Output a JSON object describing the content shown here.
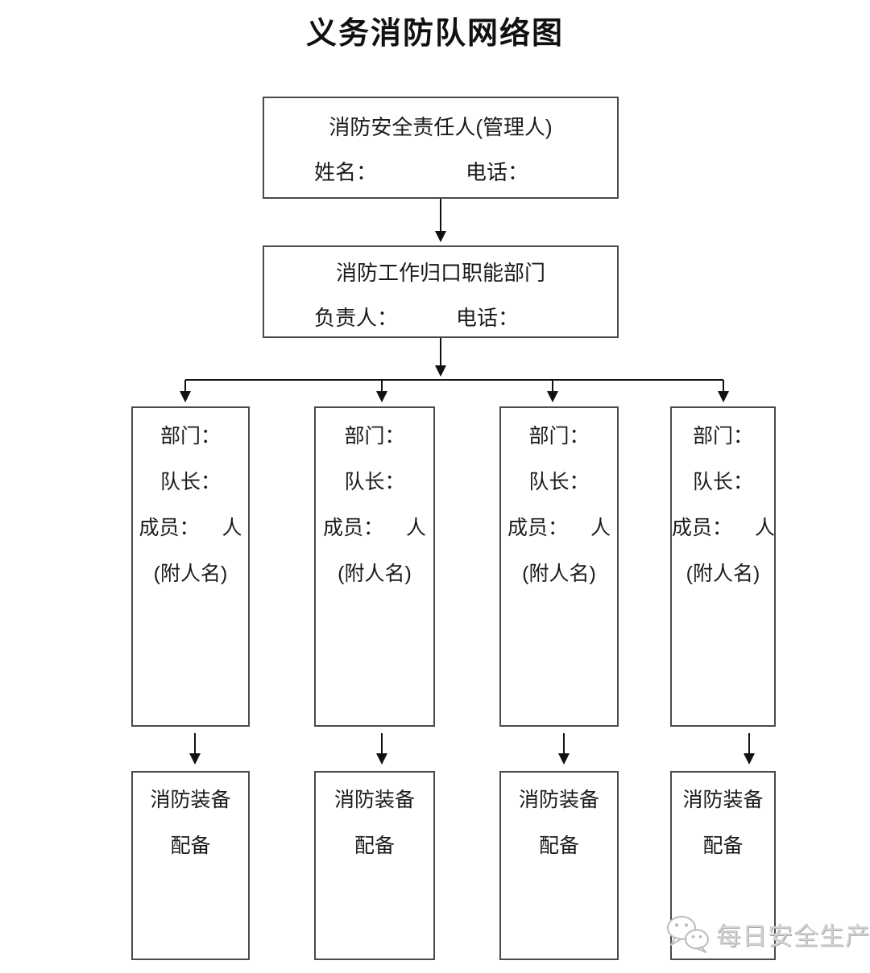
{
  "title": "义务消防队网络图",
  "top_box": {
    "heading": "消防安全责任人(管理人)",
    "name_label": "姓名：",
    "phone_label": "电话："
  },
  "function_box": {
    "heading": "消防工作归口职能部门",
    "leader_label": "负责人：",
    "phone_label": "电话："
  },
  "columns": [
    {
      "department_label": "部门：",
      "captain_label": "队长：",
      "members_label": "成员：",
      "members_unit": "人",
      "note": "(附人名)",
      "equipment_line1": "消防装备",
      "equipment_line2": "配备"
    },
    {
      "department_label": "部门：",
      "captain_label": "队长：",
      "members_label": "成员：",
      "members_unit": "人",
      "note": "(附人名)",
      "equipment_line1": "消防装备",
      "equipment_line2": "配备"
    },
    {
      "department_label": "部门：",
      "captain_label": "队长：",
      "members_label": "成员：",
      "members_unit": "人",
      "note": "(附人名)",
      "equipment_line1": "消防装备",
      "equipment_line2": "配备"
    },
    {
      "department_label": "部门：",
      "captain_label": "队长：",
      "members_label": "成员：",
      "members_unit": "人",
      "note": "(附人名)",
      "equipment_line1": "消防装备",
      "equipment_line2": "配备"
    }
  ],
  "watermark": {
    "icon": "wechat-bubbles-icon",
    "text": "每日安全生产"
  },
  "colors": {
    "background": "#ffffff",
    "box_border": "#4a4a4a",
    "connector": "#111111",
    "text": "#1a1a1a",
    "watermark_text": "#d2d2d2"
  }
}
